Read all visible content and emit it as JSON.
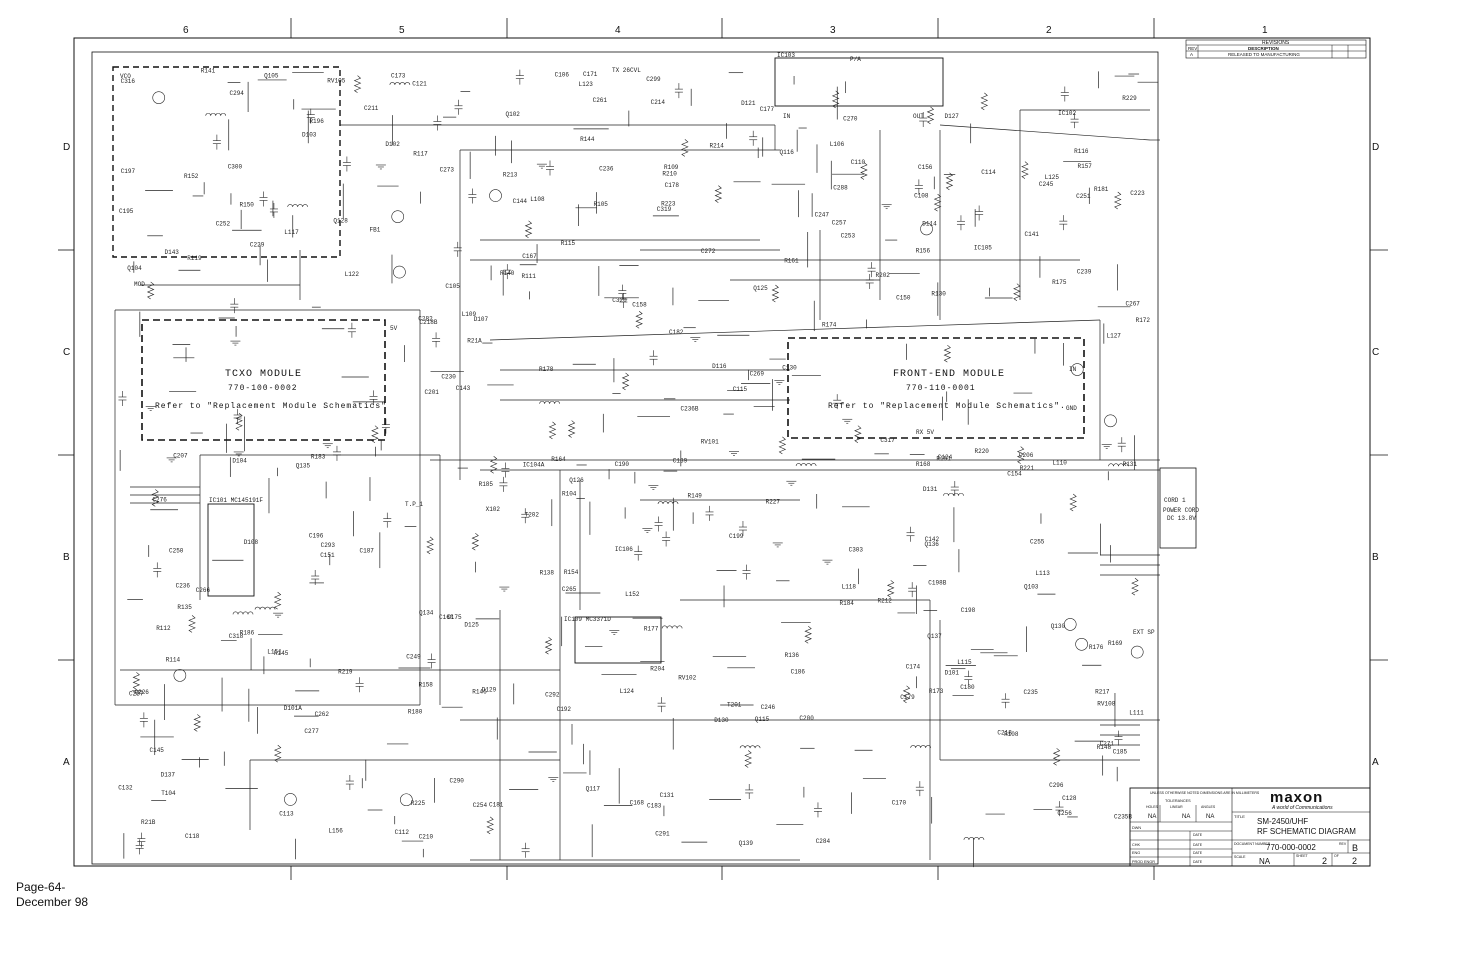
{
  "footer": {
    "page": "Page-64-",
    "date": "December 98"
  },
  "zones": {
    "columns": [
      "6",
      "5",
      "4",
      "3",
      "2",
      "1"
    ],
    "rows": [
      "D",
      "C",
      "B",
      "A"
    ]
  },
  "revisions": {
    "heading": "REVISIONS",
    "col_rev": "REV",
    "col_desc": "DESCRIPTION",
    "row_rev": "A",
    "row_desc": "RELEASED TO MANUFACTURING"
  },
  "modules": {
    "tcxo": {
      "title": "TCXO MODULE",
      "part": "770-100-0002",
      "note": "Refer to \"Replacement Module Schematics\""
    },
    "frontend": {
      "title": "FRONT-END MODULE",
      "part": "770-110-0001",
      "note": "Refer to \"Replacement Module Schematics\"."
    }
  },
  "blocks": {
    "vco": "VCO",
    "pa": "P/A",
    "pa_ic": "IC103",
    "tx_line": "TX 26CVL",
    "power_cord": "POWER CORD",
    "power_dc": "DC 13.8V",
    "cord_id": "CORD 1",
    "ext_sp": "EXT SP",
    "pll_ic": "IC101 MC145191F",
    "if_ic": "IC109 MC3371D",
    "in_label": "IN",
    "out_label": "OUT",
    "gnd_label": "GND",
    "v5_label": "5V",
    "rx5v": "RX 5V",
    "mod": "MOD",
    "tp": "T.P_1"
  },
  "parts": [
    "R157",
    "R108",
    "R117",
    "C108",
    "C128",
    "D101",
    "D102",
    "L108",
    "R115",
    "R119",
    "C130",
    "R116",
    "C131",
    "C132",
    "R136",
    "R131",
    "C156",
    "L110",
    "C150",
    "L109",
    "R135",
    "C151",
    "L111",
    "R138",
    "Q115",
    "R141",
    "C160",
    "R140",
    "C251",
    "C252",
    "R156",
    "L113",
    "D103",
    "R158",
    "C246",
    "C245",
    "Q117",
    "C250",
    "C249",
    "C247",
    "R161",
    "R164",
    "C218",
    "C254",
    "C255",
    "C256",
    "C257",
    "C261",
    "C262",
    "C236",
    "C237",
    "L118",
    "FB1",
    "C253",
    "C276",
    "D108",
    "C269",
    "D107",
    "C265",
    "C266",
    "C267",
    "R177",
    "R178",
    "R180",
    "L106",
    "C271",
    "C272",
    "C273",
    "C277",
    "C288",
    "L123",
    "R183",
    "L122",
    "C270",
    "D104",
    "R181",
    "C282",
    "C124",
    "RV101",
    "R109",
    "T201",
    "T202",
    "C179",
    "C180",
    "C174",
    "C175",
    "L115",
    "C178",
    "IC102",
    "L124",
    "C171",
    "C158",
    "C173",
    "C170",
    "C167",
    "R144",
    "L117",
    "C168",
    "C177",
    "C197",
    "R145",
    "C229",
    "D121",
    "C284",
    "R225",
    "C105",
    "C106",
    "R104",
    "R105",
    "C110",
    "Q102",
    "Q103",
    "R112",
    "R111",
    "C112",
    "C113",
    "C114",
    "C115",
    "C118",
    "Q104",
    "C144",
    "C145",
    "R130",
    "Q105",
    "C199",
    "C200",
    "R114",
    "C121",
    "C210",
    "R184",
    "R185",
    "D129",
    "Q130",
    "R202",
    "C196",
    "C195",
    "D131",
    "R186",
    "C201",
    "C198",
    "C190",
    "L151",
    "R196",
    "Q125",
    "C154",
    "L156",
    "D127",
    "R219",
    "R210",
    "Q134",
    "RV102",
    "C185",
    "C186",
    "C182",
    "C183",
    "C187",
    "R204",
    "L152",
    "X102",
    "C181",
    "Q136",
    "R214",
    "R212",
    "R213",
    "R21A",
    "R21B",
    "C192",
    "R229",
    "R217",
    "D130",
    "R220",
    "R221",
    "Q135",
    "C211",
    "R223",
    "C214",
    "D137",
    "C223",
    "C226",
    "C239",
    "C235",
    "C236",
    "D101A",
    "C236B",
    "C235B",
    "T104",
    "C230",
    "C294",
    "C296",
    "C299",
    "D114",
    "C300",
    "IC106",
    "R146",
    "R148",
    "R149",
    "R150",
    "R151",
    "R152",
    "R154",
    "L127",
    "D125",
    "R227",
    "Q137",
    "C303",
    "D143",
    "Q139",
    "C319",
    "C316",
    "C317",
    "C318",
    "IC105",
    "C139",
    "C142",
    "C141",
    "C143",
    "L125",
    "C320",
    "Q126",
    "C198B",
    "RV108",
    "Q128",
    "R168",
    "Q116",
    "R169",
    "RV105",
    "C206",
    "C207",
    "IC104A",
    "R172",
    "R173",
    "R174",
    "C290",
    "C291",
    "C292",
    "C293",
    "D116",
    "R175",
    "R176",
    "C218B"
  ],
  "title_block": {
    "brand": "maxon",
    "tagline": "A world of Communications",
    "title_label": "TITLE",
    "title_line1": "SM-2450/UHF",
    "title_line2": "RF SCHEMATIC DIAGRAM",
    "doc_label": "DOCUMENT NUMBER",
    "doc_number": "770-000-0002",
    "rev_label": "REV",
    "rev": "B",
    "scale_label": "SCALE",
    "scale": "NA",
    "sheet_label": "SHEET",
    "sheet": "2",
    "of_label": "OF",
    "of": "2",
    "tol_note": "UNLESS OTHERWISE NOTED DIMENSIONS ARE IN MILLIMETERS",
    "tolerances": "TOLERANCES",
    "tol_holes": "HOLES",
    "tol_linear": "LINEAR",
    "tol_angles": "ANGLES",
    "tol_value": "NA",
    "row_labels": [
      "DWN",
      "CHK",
      "ENG",
      "PROD ENGR"
    ],
    "date_label": "DATE"
  }
}
